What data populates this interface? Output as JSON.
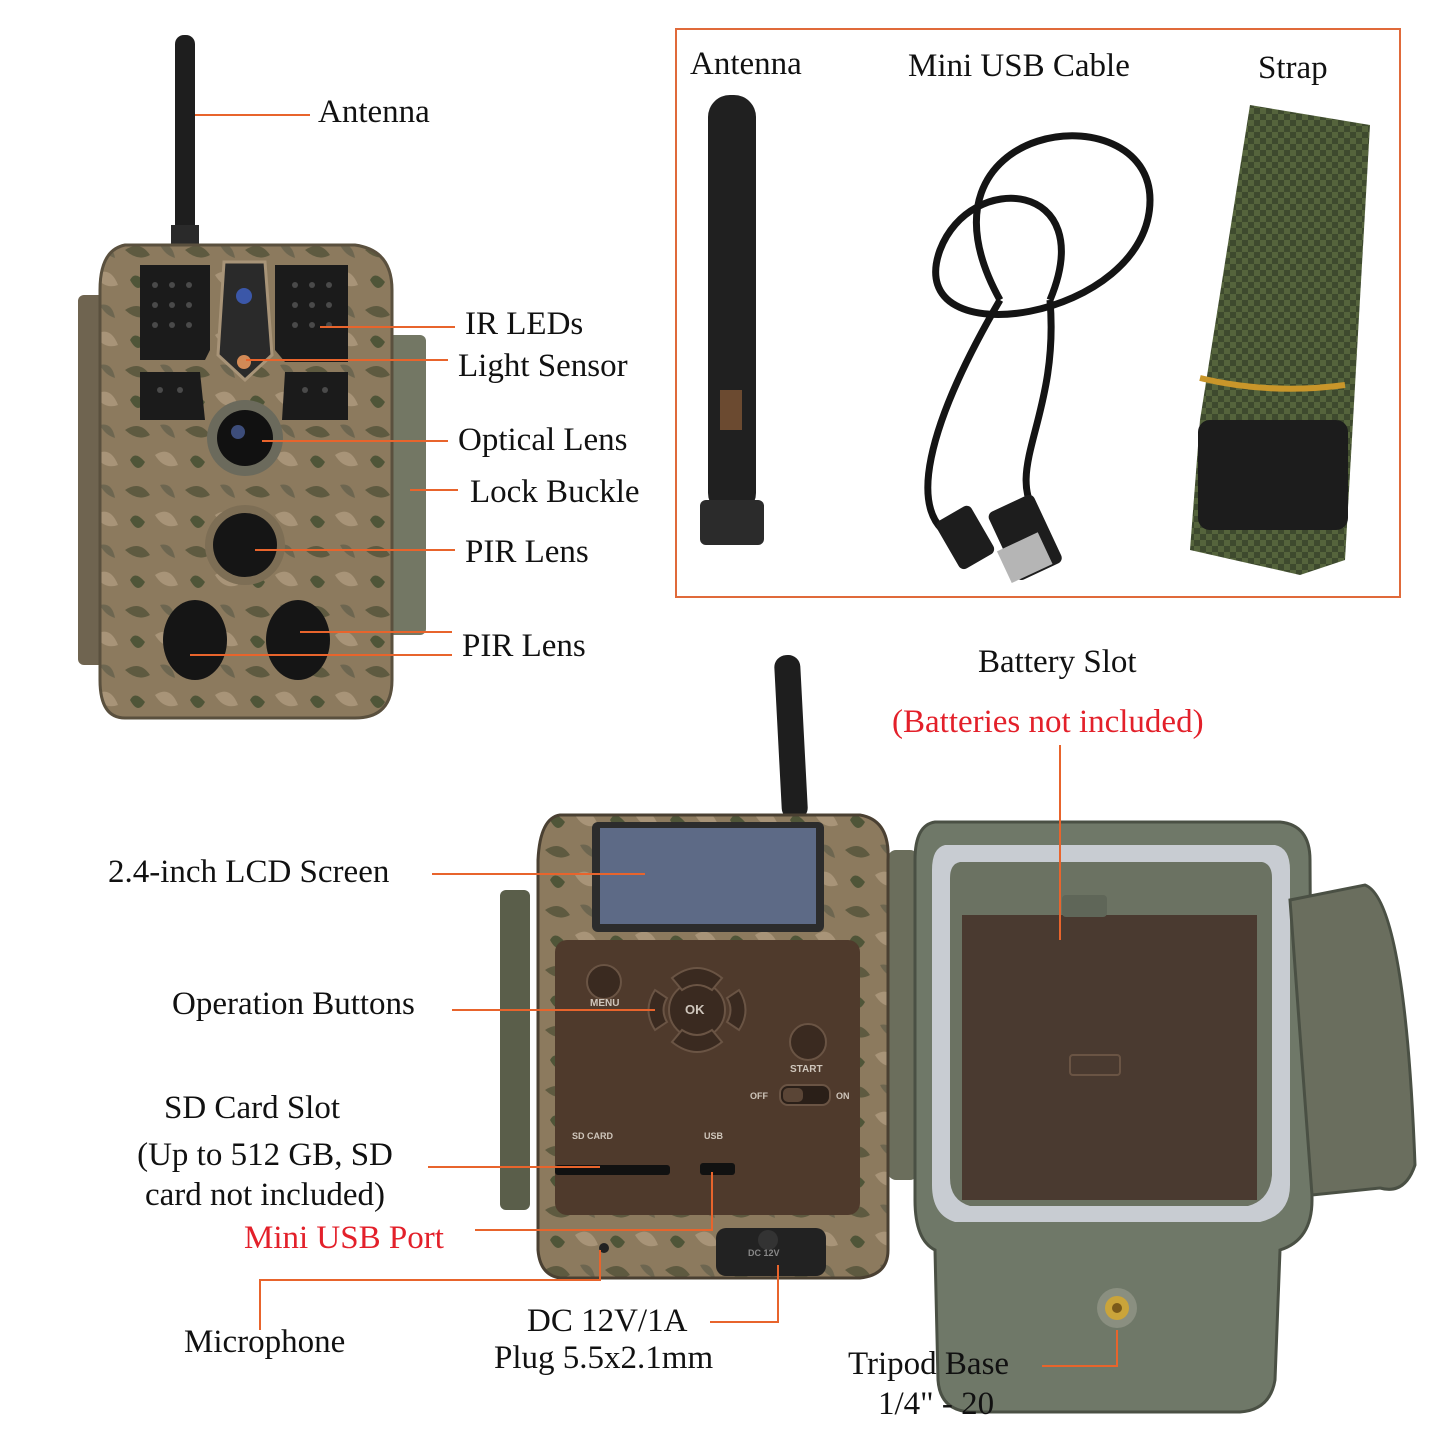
{
  "colors": {
    "leader": "#e8642c",
    "highlight_text": "#e3202a",
    "camo_base": "#8c7a5e",
    "inner_shell": "#6f7868",
    "strap": "#3e4a2e"
  },
  "front_view": {
    "labels": {
      "antenna": "Antenna",
      "ir_leds": "IR LEDs",
      "light_sensor": "Light Sensor",
      "optical_lens": "Optical Lens",
      "lock_buckle": "Lock Buckle",
      "pir_lens_1": "PIR Lens",
      "pir_lens_2": "PIR Lens"
    }
  },
  "accessories": {
    "antenna": "Antenna",
    "usb_cable": "Mini USB Cable",
    "strap": "Strap"
  },
  "back_view": {
    "labels": {
      "battery_slot": "Battery Slot",
      "battery_note": "(Batteries not included)",
      "lcd_screen": "2.4-inch LCD Screen",
      "operation_buttons": "Operation Buttons",
      "sd_card_slot": "SD Card Slot",
      "sd_card_note": "(Up to 512 GB, SD card not included)",
      "mini_usb_port": "Mini USB Port",
      "microphone": "Microphone",
      "dc_power": "DC 12V/1A",
      "dc_plug": "Plug 5.5x2.1mm",
      "tripod_base": "Tripod Base",
      "tripod_thread": "1/4\" - 20"
    },
    "panel_text": {
      "menu": "MENU",
      "ok": "OK",
      "start": "START",
      "off": "OFF",
      "on": "ON",
      "sd_card": "SD CARD",
      "usb": "USB",
      "dc_jack": "DC 12V"
    }
  }
}
